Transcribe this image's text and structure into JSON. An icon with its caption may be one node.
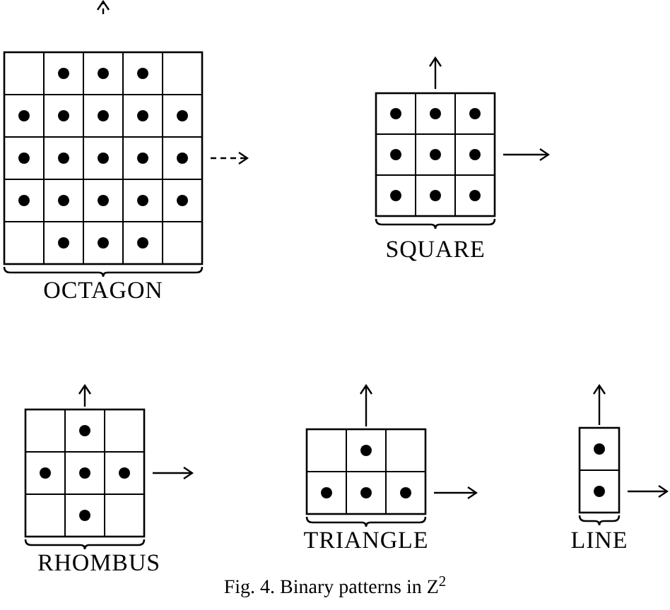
{
  "diagram": {
    "caption": "Fig. 4. Binary patterns in Z$^{2}$",
    "labels": [
      "OCTAGON",
      "SQUARE",
      "RHOMBUS",
      "TRIANGLE",
      "LINE"
    ]
  }
}
